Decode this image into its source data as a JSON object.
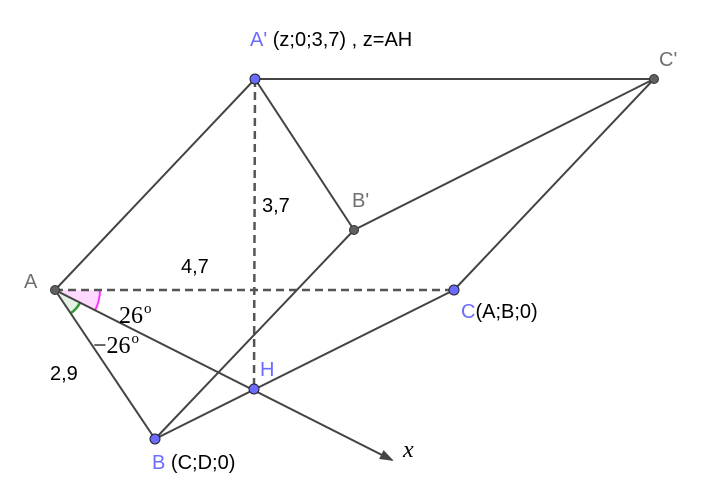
{
  "diagram": {
    "type": "geometry-construction",
    "colors": {
      "segment": "#444444",
      "free_point": "#6b6bff",
      "dependent_point": "#606060",
      "angle_alpha_fill": "#ffd9ff",
      "angle_alpha_stroke": "#ff33ff",
      "angle_beta_fill": "#e6f2e6",
      "angle_beta_stroke": "#339933",
      "blue_label": "#6b6bff",
      "grey_label": "#707070"
    },
    "points": {
      "A": {
        "label": "A",
        "coord_text": ""
      },
      "A_prime": {
        "label": "A'",
        "coord_text": "(z;0;3,7) , z=AH"
      },
      "B": {
        "label": "B",
        "coord_text": "(C;D;0)"
      },
      "B_prime": {
        "label": "B'",
        "coord_text": ""
      },
      "C": {
        "label": "C",
        "coord_text": "(A;B;0)"
      },
      "C_prime": {
        "label": "C'",
        "coord_text": ""
      },
      "H": {
        "label": "H",
        "coord_text": ""
      }
    },
    "measures": {
      "height": "3,7",
      "AC": "4,7",
      "AB": "2,9"
    },
    "angles": {
      "alpha": {
        "value": "26",
        "unit": "o"
      },
      "beta": {
        "value": "−26",
        "unit": "o"
      }
    },
    "axis": {
      "label": "x"
    }
  }
}
